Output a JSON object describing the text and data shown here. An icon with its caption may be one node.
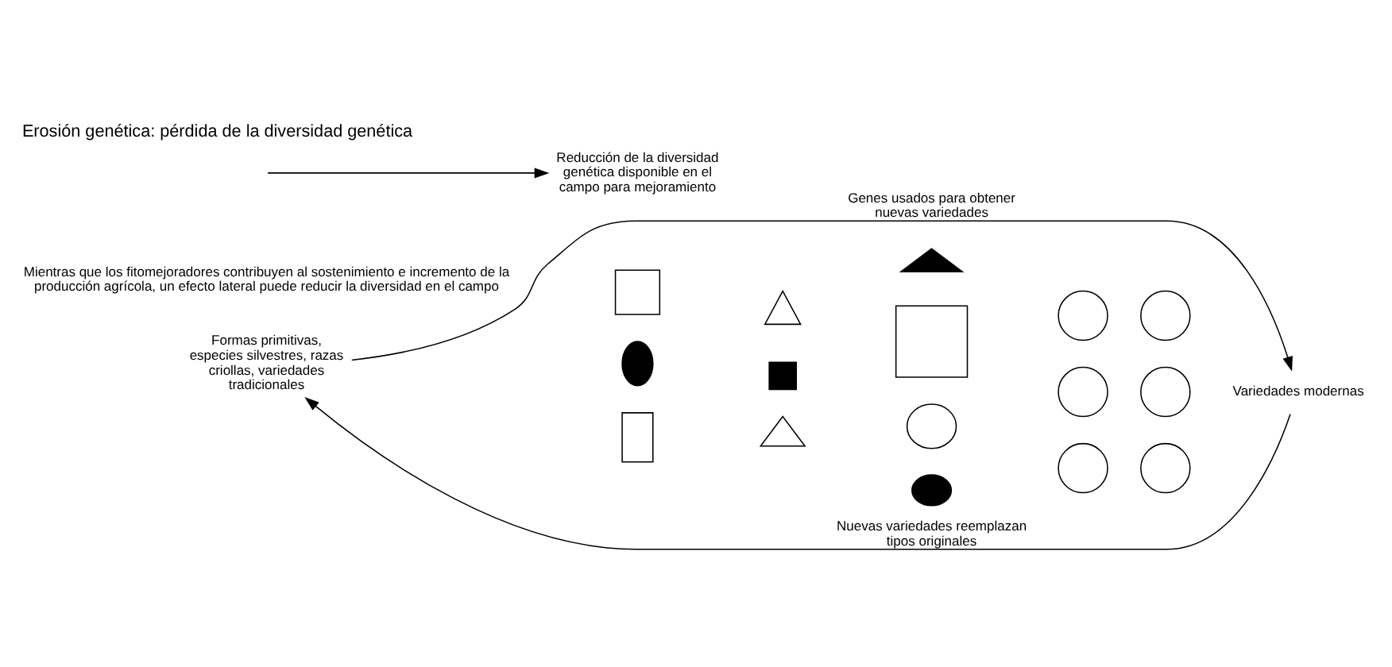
{
  "diagram": {
    "title": "Erosión genética: pérdida de la diversidad genética",
    "nodes": [
      {
        "text": [
          "Formas primitivas, especies silvestres, razas criollas, variedades tradicionales"
        ]
      },
      {
        "text": [],
        "shape": "box"
      },
      {
        "text": [],
        "shape": "triangle"
      },
      {
        "text": [],
        "shape": "ellipse"
      },
      {
        "text": [],
        "shape": "triangle"
      },
      {
        "text": [],
        "shape": "box"
      },
      {
        "text": [],
        "shape": "box"
      },
      {
        "text": [],
        "shape": "box"
      },
      {
        "text": [],
        "shape": "circle"
      },
      {
        "text": [],
        "shape": "triangle"
      },
      {
        "text": [],
        "shape": "ellipse"
      },
      {
        "text": [],
        "shape": "circle"
      },
      {
        "text": [],
        "shape": "circle"
      },
      {
        "text": [],
        "shape": "circle"
      },
      {
        "text": [],
        "shape": "circle"
      },
      {
        "text": [],
        "shape": "circle"
      },
      {
        "text": [],
        "shape": "circle"
      },
      {
        "text": [
          "Variedades modernas"
        ]
      },
      {
        "text": [
          "Reducción de la diversidad genética disponible en el campo para mejoramiento"
        ]
      }
    ],
    "edges": [
      {
        "from": 0,
        "to": 17,
        "arrow": "to",
        "label": "Genes usados para obtener nuevas variedades"
      },
      {
        "from": 17,
        "to": 0,
        "arrow": "to",
        "label": "Nuevas variedades reemplazan tipos originales"
      },
      {
        "from": null,
        "to": 18,
        "arrow": "to"
      }
    ],
    "labels": [
      "Mientras que los fitomejoradores contribuyen al sostenimiento e incremento de la producción agrícola, un efecto lateral puede reducir la diversidad en el campo"
    ]
  }
}
